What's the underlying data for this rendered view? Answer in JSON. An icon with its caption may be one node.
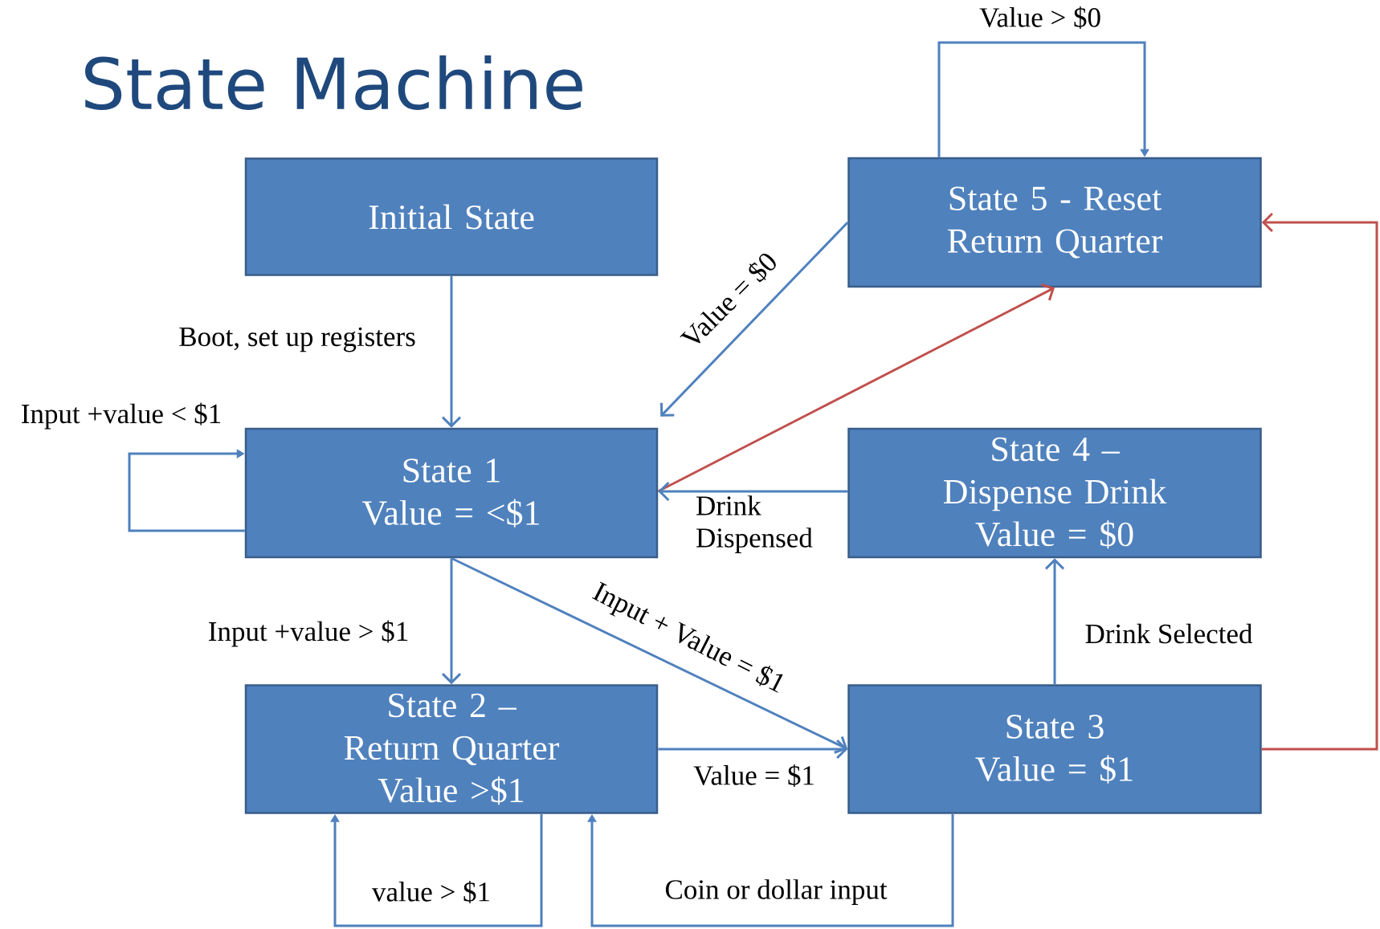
{
  "diagram": {
    "title": "State Machine",
    "nodes": [
      {
        "text": [
          "Initial State"
        ]
      },
      {
        "text": [
          "State 5 - Reset",
          "Return Quarter"
        ]
      },
      {
        "text": [
          "State 1",
          "Value = <$1"
        ]
      },
      {
        "text": [
          "State 4 – Dispense Drink",
          "Value = $0"
        ]
      },
      {
        "text": [
          "State 2 – Return Quarter",
          "Value >$1"
        ]
      },
      {
        "text": [
          "State 3",
          "Value = $1"
        ]
      }
    ],
    "edges": [
      {
        "from": 0,
        "to": 2,
        "arrow": "to",
        "label": "Boot, set up registers"
      },
      {
        "from": 1,
        "to": 1,
        "arrow": "to",
        "label": "Value > $0"
      },
      {
        "from": 1,
        "to": 2,
        "arrow": "to",
        "label": "Value = $0"
      },
      {
        "from": 2,
        "to": 2,
        "arrow": "to",
        "label": "Input +value < $1"
      },
      {
        "from": 2,
        "to": 1,
        "arrow": "to",
        "color": "#c0504d"
      },
      {
        "from": 3,
        "to": 2,
        "arrow": "to",
        "label": "Drink Dispensed"
      },
      {
        "from": 2,
        "to": 4,
        "arrow": "to",
        "label": "Input +value > $1"
      },
      {
        "from": 2,
        "to": 5,
        "arrow": "to",
        "label": "Input + Value = $1"
      },
      {
        "from": 4,
        "to": 5,
        "arrow": "to",
        "label": "Value = $1"
      },
      {
        "from": 4,
        "to": 4,
        "arrow": "to",
        "label": "value > $1"
      },
      {
        "from": 5,
        "to": 4,
        "arrow": "to",
        "label": "Coin or dollar input"
      },
      {
        "from": 5,
        "to": 3,
        "arrow": "to",
        "label": "Drink Selected"
      },
      {
        "from": 5,
        "to": 1,
        "arrow": "to",
        "color": "#c0504d"
      }
    ]
  }
}
